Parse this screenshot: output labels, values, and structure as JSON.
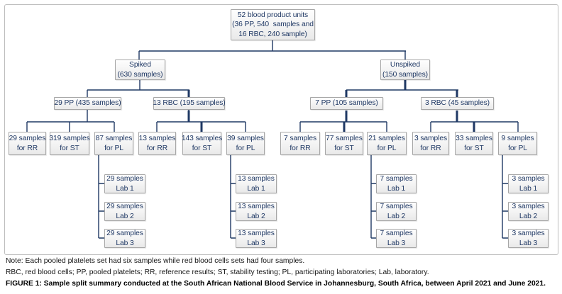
{
  "figure": {
    "colors": {
      "connector_line": "#1f3864",
      "node_text": "#1f3864",
      "node_border": "#a6a6a6",
      "figure_border": "#bdbdbd"
    },
    "nodes": {
      "root": "52 blood product units\n(36 PP, 540  samples and\n16 RBC, 240 sample)",
      "spiked": "Spiked\n(630 samples)",
      "unspiked": "Unspiked\n(150 samples)",
      "spiked_pp": "29 PP (435 samples)",
      "spiked_rbc": "13 RBC (195 samples)",
      "unspiked_pp": "7 PP (105 samples)",
      "unspiked_rbc": "3 RBC (45 samples)",
      "spiked_pp_rr": "29 samples\nfor RR",
      "spiked_pp_st": "319 samples\nfor ST",
      "spiked_pp_pl": "87 samples\nfor PL",
      "spiked_rbc_rr": "13 samples\nfor RR",
      "spiked_rbc_st": "143 samples\nfor ST",
      "spiked_rbc_pl": "39 samples\nfor PL",
      "unspiked_pp_rr": "7 samples\nfor RR",
      "unspiked_pp_st": "77 samples\nfor ST",
      "unspiked_pp_pl": "21 samples\nfor PL",
      "unspiked_rbc_rr": "3 samples\nfor RR",
      "unspiked_rbc_st": "33 samples\nfor ST",
      "unspiked_rbc_pl": "9 samples\nfor PL",
      "spiked_pp_lab1": "29 samples\nLab 1",
      "spiked_pp_lab2": "29 samples\nLab 2",
      "spiked_pp_lab3": "29 samples\nLab 3",
      "spiked_rbc_lab1": "13 samples\nLab 1",
      "spiked_rbc_lab2": "13 samples\nLab 2",
      "spiked_rbc_lab3": "13 samples\nLab 3",
      "unspiked_pp_lab1": "7 samples\nLab 1",
      "unspiked_pp_lab2": "7 samples\nLab 2",
      "unspiked_pp_lab3": "7 samples\nLab 3",
      "unspiked_rbc_lab1": "3 samples\nLab 1",
      "unspiked_rbc_lab2": "3 samples\nLab 2",
      "unspiked_rbc_lab3": "3 samples\nLab 3"
    },
    "note": "Note: Each pooled platelets set had six samples while red blood cells sets had four samples.",
    "abbreviations": "RBC, red blood cells; PP, pooled platelets; RR, reference results; ST, stability testing; PL, participating laboratories; Lab, laboratory.",
    "caption": "FIGURE 1: Sample split summary conducted at the South African National Blood Service in Johannesburg, South Africa, between April 2021 and June 2021."
  }
}
